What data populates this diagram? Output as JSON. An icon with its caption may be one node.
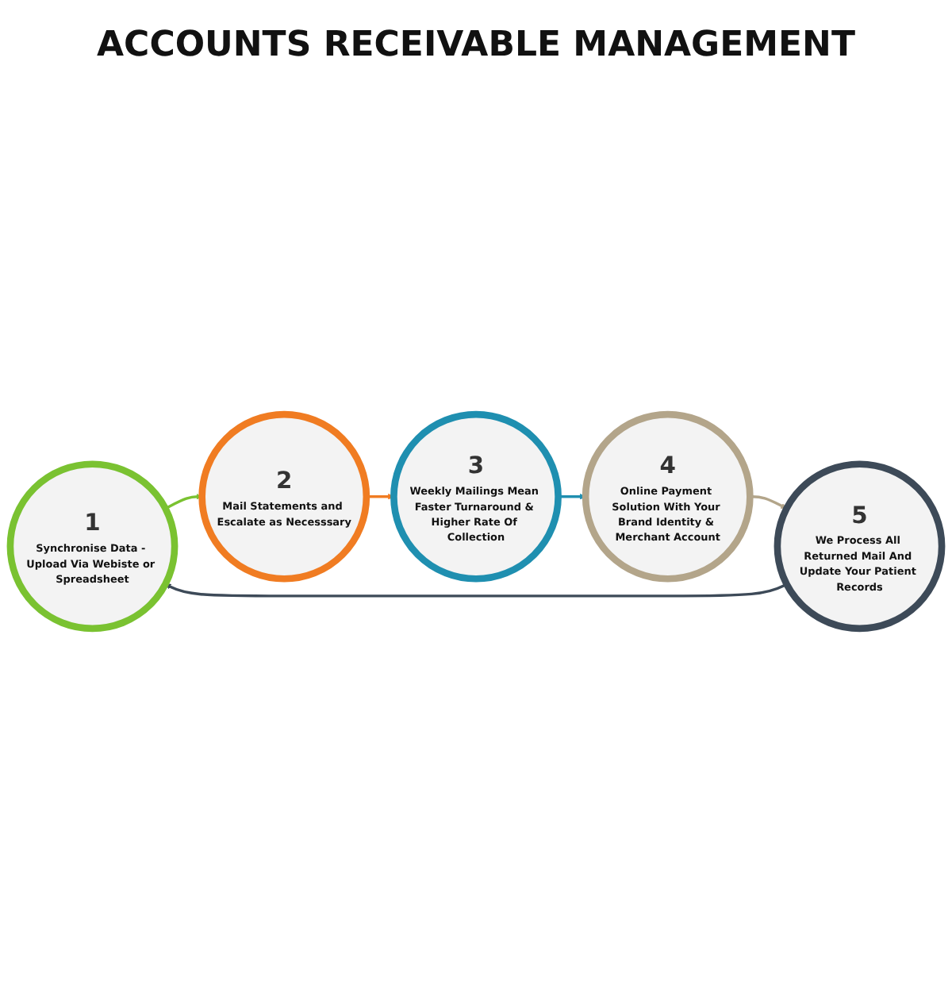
{
  "diagram": {
    "title": "ACCOUNTS RECEIVABLE MANAGEMENT",
    "nodes": [
      {
        "text": [
          "1",
          "Synchronise Data - Upload Via Webiste or Spreadsheet"
        ]
      },
      {
        "text": [
          "2",
          "Mail Statements and Escalate as Necesssary"
        ]
      },
      {
        "text": [
          "3",
          "Weekly Mailings Mean Faster Turnaround & Higher Rate Of Collection"
        ]
      },
      {
        "text": [
          "4",
          "Online Payment Solution With Your Brand Identity & Merchant Account"
        ]
      },
      {
        "text": [
          "5",
          "We Process All Returned Mail And Update Your Patient Records"
        ]
      }
    ],
    "edges": [
      {
        "from": 0,
        "to": 1,
        "arrow": "to",
        "color": "#7ac231"
      },
      {
        "from": 1,
        "to": 2,
        "arrow": "to",
        "color": "#f07c22"
      },
      {
        "from": 2,
        "to": 3,
        "arrow": "to",
        "color": "#1f8fb0"
      },
      {
        "from": 3,
        "to": 4,
        "arrow": "to",
        "color": "#b3a58a"
      },
      {
        "from": 4,
        "to": 0,
        "arrow": "to",
        "color": "#3d4a58"
      }
    ]
  }
}
